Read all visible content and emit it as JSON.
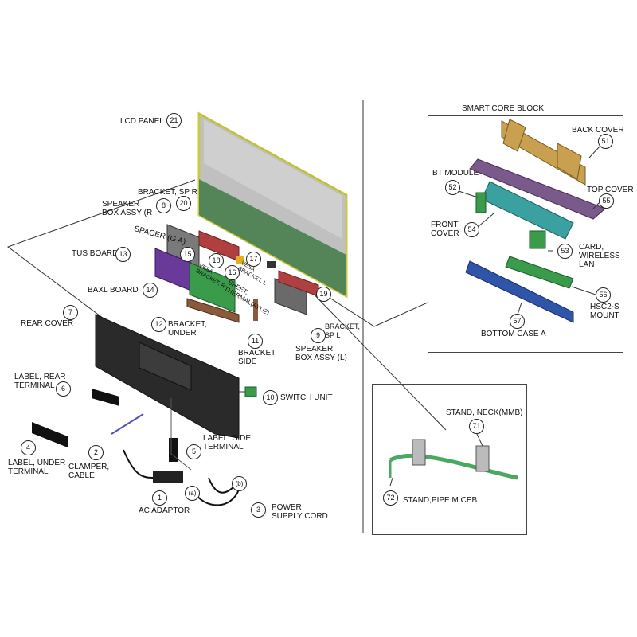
{
  "smart_core": {
    "title": "SMART CORE BLOCK",
    "labels": {
      "back_cover": "BACK COVER",
      "top_cover": "TOP COVER",
      "bt_module": "BT MODULE",
      "front_cover": "FRONT\nCOVER",
      "card_wireless": "CARD,\nWIRELESS\nLAN",
      "hsc2": "HSC2-S\nMOUNT",
      "bottom_case": "BOTTOM CASE A"
    },
    "numbers": {
      "n51": "51",
      "n52": "52",
      "n53": "53",
      "n54": "54",
      "n55": "55",
      "n56": "56",
      "n57": "57"
    }
  },
  "stand": {
    "labels": {
      "neck": "STAND, NECK(MMB)",
      "pipe": "STAND,PIPE M CEB"
    },
    "numbers": {
      "n71": "71",
      "n72": "72"
    }
  },
  "main": {
    "labels": {
      "lcd_panel": "LCD PANEL",
      "bracket_sp_r": "BRACKET, SP R",
      "speaker_box_r": "SPEAKER\nBOX ASSY (R",
      "spacer": "SPACER (G A)",
      "tus_board": "TUS BOARD",
      "baxl_board": "BAXL BOARD",
      "rear_cover": "REAR COVER",
      "bracket_under": "BRACKET,\nUNDER",
      "bracket_side": "BRACKET,\nSIDE",
      "bracket_sp_l": "BRACKET,\nSP L",
      "speaker_box_l": "SPEAKER\nBOX ASSY (L)",
      "switch_unit": "SWITCH UNIT",
      "label_rear": "LABEL, REAR\nTERMINAL",
      "label_under": "LABEL, UNDER\nTERMINAL",
      "clamper": "CLAMPER,\nCABLE",
      "label_side": "LABEL, SIDE\nTERMINAL",
      "ac_adaptor": "AC ADAPTOR",
      "power_cord": "POWER\nSUPPLY CORD",
      "vesa_r": "VESA\nBRACKET, R",
      "vesa_l": "VESA\nBRACKET, L",
      "sheet_thermal": "SHEET,\nTHERMAL(AYU2)"
    },
    "numbers": {
      "n1": "1",
      "n2": "2",
      "n3": "3",
      "n4": "4",
      "n5": "5",
      "n6": "6",
      "n7": "7",
      "n8": "8",
      "n9": "9",
      "n10": "10",
      "n11": "11",
      "n12": "12",
      "n13": "13",
      "n14": "14",
      "n15": "15",
      "n16": "16",
      "n17": "17",
      "n18": "18",
      "n19": "19",
      "n20": "20",
      "n21": "21",
      "na": "(a)",
      "nb": "(b)"
    }
  },
  "colors": {
    "panel_frame": "#c8c84a",
    "panel_body": "#bfbfbf",
    "board_green": "#3a9b4a",
    "back_cover": "#c8a050",
    "top_cover": "#7a5a8a",
    "front_cover": "#3aa0a0",
    "bottom_case": "#2e55a8",
    "rear_cover": "#2a2a2a",
    "tus": "#6a3a9a",
    "speaker": "#555555"
  }
}
